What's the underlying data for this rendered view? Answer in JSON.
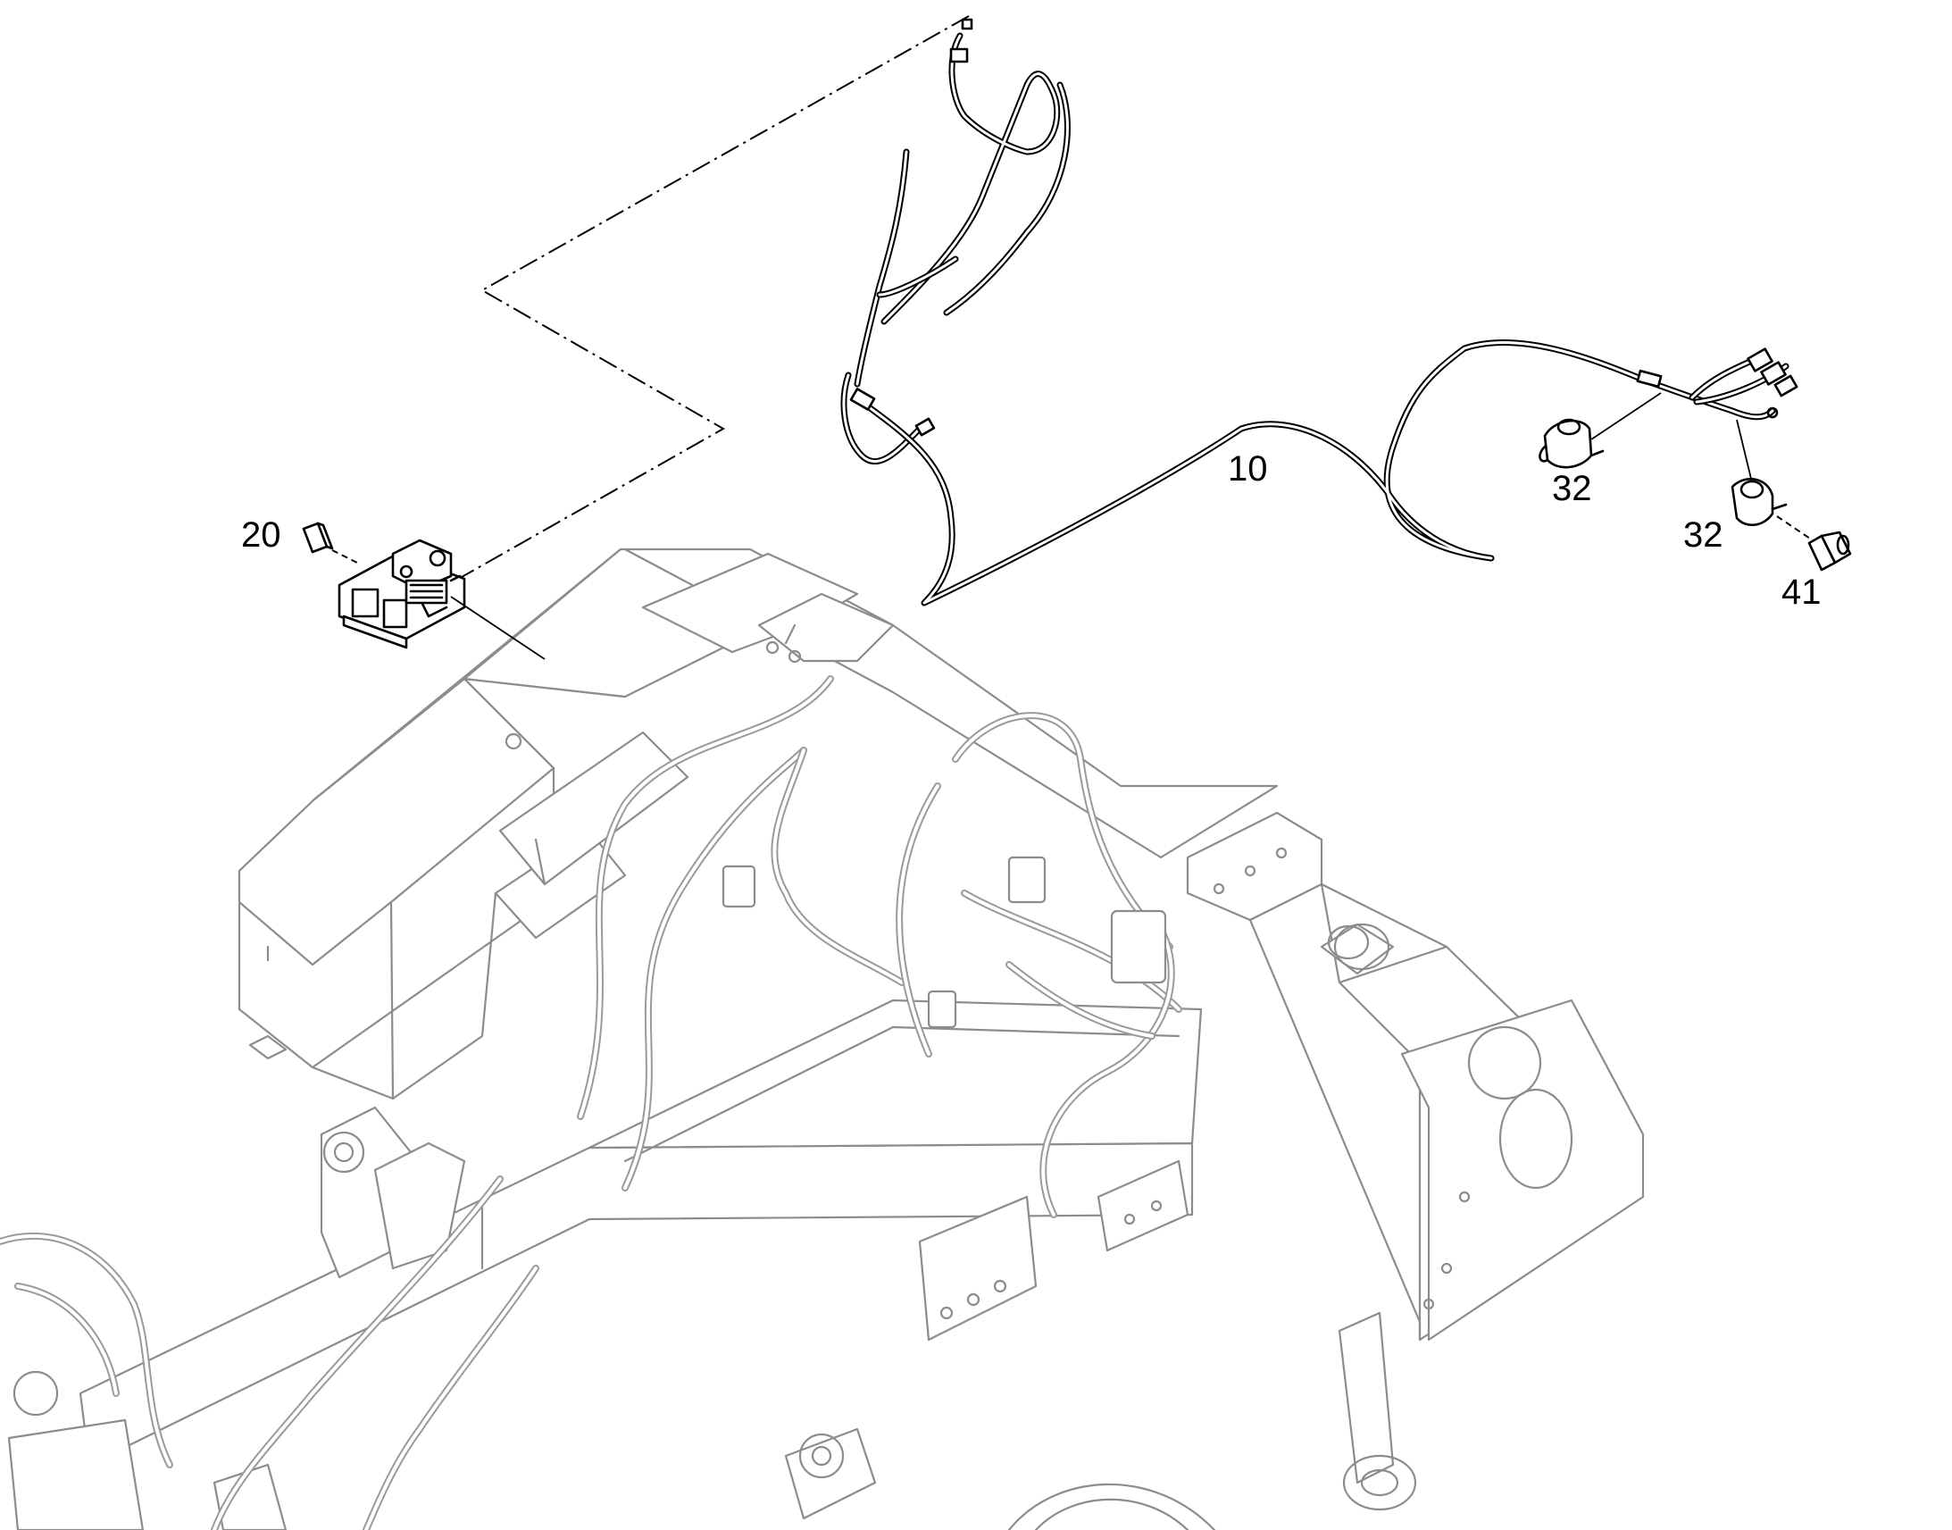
{
  "callouts": {
    "c10": "10",
    "c20": "20",
    "c32a": "32",
    "c32b": "32",
    "c41": "41"
  },
  "colors": {
    "part": "#000000",
    "background_assembly": "#8c8c8c",
    "background": "#ffffff"
  }
}
